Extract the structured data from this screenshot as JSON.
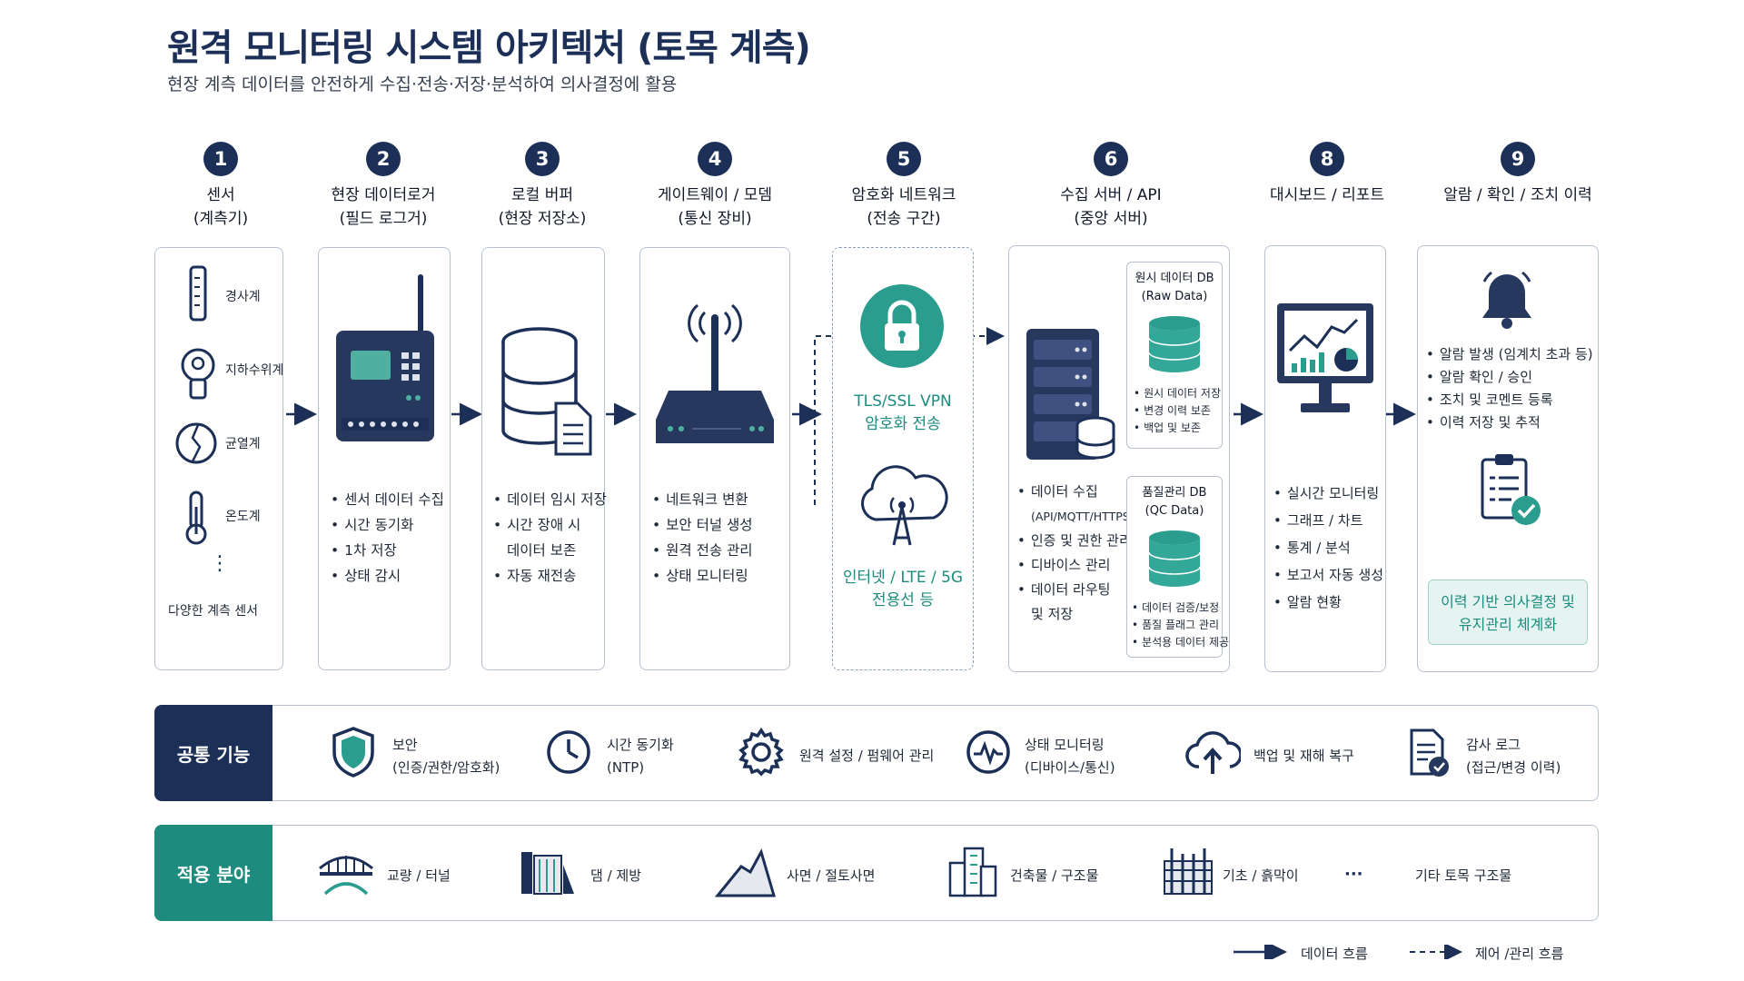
{
  "header": {
    "title": "원격 모니터링 시스템 아키텍처 (토목 계측)",
    "subtitle": "현장 계측 데이터를 안전하게 수집·전송·저장·분석하여 의사결정에 활용"
  },
  "steps": [
    {
      "num": "1",
      "title1": "센서",
      "title2": "(계측기)"
    },
    {
      "num": "2",
      "title1": "현장 데이터로거",
      "title2": "(필드 로그거)"
    },
    {
      "num": "3",
      "title1": "로컬 버퍼",
      "title2": "(현장 저장소)"
    },
    {
      "num": "4",
      "title1": "게이트웨이 / 모뎀",
      "title2": "(통신 장비)"
    },
    {
      "num": "5",
      "title1": "암호화 네트워크",
      "title2": "(전송 구간)"
    },
    {
      "num": "6",
      "title1": "수집 서버 / API",
      "title2": "(중앙 서버)"
    },
    {
      "num": "8",
      "title1": "대시보드 / 리포트",
      "title2": ""
    },
    {
      "num": "9",
      "title1": "알람 / 확인 / 조치 이력",
      "title2": ""
    }
  ],
  "sensors": {
    "items": [
      "경사계",
      "지하수위계",
      "균열계",
      "온도계"
    ],
    "ellipsis": "⋮",
    "footer": "다양한 계측 센서"
  },
  "logger": {
    "bullets": [
      "센서 데이터 수집",
      "시간 동기화",
      "1차 저장",
      "상태 감시"
    ]
  },
  "buffer": {
    "bullets": [
      "데이터 임시 저장",
      "시간 장애 시",
      "데이터 보존",
      "자동 재전송"
    ]
  },
  "gateway": {
    "bullets": [
      "네트워크 변환",
      "보안 터널 생성",
      "원격 전송 관리",
      "상태 모니터링"
    ]
  },
  "network": {
    "vpn1": "TLS/SSL VPN",
    "vpn2": "암호화 전송",
    "inet1": "인터넷 / LTE / 5G",
    "inet2": "전용선 등"
  },
  "server": {
    "bullets": [
      "데이터 수집",
      "(API/MQTT/HTTPS)",
      "인증 및 권한 관리",
      "디바이스 관리",
      "데이터 라우팅",
      "및 저장"
    ],
    "raw_db": {
      "title1": "원시 데이터 DB",
      "title2": "(Raw Data)",
      "bullets": [
        "원시 데이터 저장",
        "변경 이력 보존",
        "백업 및 보존"
      ]
    },
    "qc_db": {
      "title1": "품질관리 DB",
      "title2": "(QC Data)",
      "bullets": [
        "데이터 검증/보정",
        "품질 플래그 관리",
        "분석용 데이터 제공"
      ]
    }
  },
  "dashboard": {
    "bullets": [
      "실시간 모니터링",
      "그래프 / 차트",
      "통계 / 분석",
      "보고서 자동 생성",
      "알람 현황"
    ]
  },
  "alarm": {
    "bullets": [
      "알람 발생 (임계치 초과 등)",
      "알람 확인 / 승인",
      "조치 및 코멘트 등록",
      "이력 저장 및 추적"
    ],
    "decision1": "이력 기반 의사결정 및",
    "decision2": "유지관리 체계화"
  },
  "common": {
    "label": "공통 기능",
    "items": [
      {
        "icon": "shield-icon",
        "l1": "보안",
        "l2": "(인증/권한/암호화)"
      },
      {
        "icon": "clock-icon",
        "l1": "시간 동기화",
        "l2": "(NTP)"
      },
      {
        "icon": "gear-icon",
        "l1": "원격 설정 / 펌웨어 관리",
        "l2": ""
      },
      {
        "icon": "pulse-icon",
        "l1": "상태 모니터링",
        "l2": "(디바이스/통신)"
      },
      {
        "icon": "cloud-upload-icon",
        "l1": "백업 및 재해 복구",
        "l2": ""
      },
      {
        "icon": "audit-log-icon",
        "l1": "감사 로그",
        "l2": "(접근/변경 이력)"
      }
    ]
  },
  "apps": {
    "label": "적용 분야",
    "items": [
      {
        "icon": "bridge-icon",
        "l1": "교량 / 터널"
      },
      {
        "icon": "dam-icon",
        "l1": "댐 / 제방"
      },
      {
        "icon": "slope-icon",
        "l1": "사면 / 절토사면"
      },
      {
        "icon": "building-icon",
        "l1": "건축물 / 구조물"
      },
      {
        "icon": "foundation-icon",
        "l1": "기초 / 흙막이"
      },
      {
        "icon": "ellipsis-icon",
        "l1": "···"
      },
      {
        "icon": "none",
        "l1": "기타 토목 구조물"
      }
    ]
  },
  "legend": {
    "data_flow": "데이터 흐름",
    "control_flow": "제어 /관리 흐름"
  },
  "colors": {
    "navy": "#1b2f57",
    "teal": "#1d8b7e",
    "border": "#b8c2cf"
  }
}
